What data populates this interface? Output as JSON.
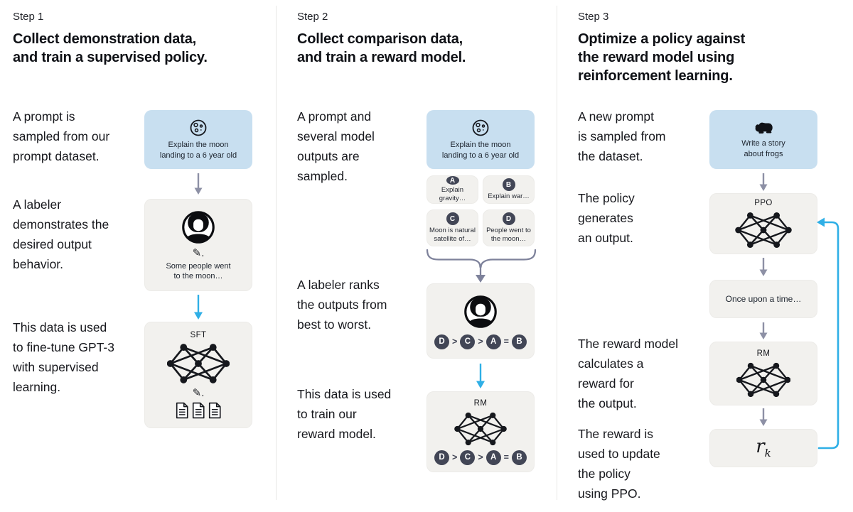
{
  "step1": {
    "label": "Step 1",
    "title": "Collect demonstration data,\nand train a supervised policy.",
    "caption_prompt": "A prompt is\nsampled from our\nprompt dataset.",
    "caption_labeler": "A labeler\ndemonstrates the\ndesired output\nbehavior.",
    "caption_train": "This data is used\nto fine-tune GPT-3\nwith supervised\nlearning.",
    "prompt_box": "Explain the moon\nlanding to a 6 year old",
    "labeler_box": "Some people went\nto the moon…",
    "model_label": "SFT"
  },
  "step2": {
    "label": "Step 2",
    "title": "Collect comparison data,\nand train a reward model.",
    "caption_prompt": "A prompt and\nseveral model\noutputs are\nsampled.",
    "caption_rank": "A labeler ranks\nthe outputs from\nbest to worst.",
    "caption_train": "This data is used\nto train our\nreward model.",
    "prompt_box": "Explain the moon\nlanding to a 6 year old",
    "outputs": [
      {
        "id": "A",
        "text": "Explain gravity…"
      },
      {
        "id": "B",
        "text": "Explain war…"
      },
      {
        "id": "C",
        "text": "Moon is natural\nsatellite of…"
      },
      {
        "id": "D",
        "text": "People went to\nthe moon…"
      }
    ],
    "ranking": [
      "D",
      ">",
      "C",
      ">",
      "A",
      "=",
      "B"
    ],
    "model_label": "RM"
  },
  "step3": {
    "label": "Step 3",
    "title": "Optimize a policy against\nthe reward model using\nreinforcement learning.",
    "caption_prompt": "A new prompt\nis sampled from\nthe dataset.",
    "caption_output": "The policy\ngenerates\nan output.",
    "caption_reward": "The reward model\ncalculates a\nreward for\nthe output.",
    "caption_update": "The reward is\nused to update\nthe policy\nusing PPO.",
    "prompt_box": "Write a story\nabout frogs",
    "policy_label": "PPO",
    "output_box": "Once upon a time…",
    "reward_model_label": "RM",
    "reward_symbol": "r",
    "reward_subscript": "k"
  },
  "icons": {
    "step1_prompt": "moon",
    "step2_prompt": "moon",
    "step3_prompt": "frog",
    "labeler": "person-avatar",
    "writing": "pencil",
    "sft_data": "documents",
    "model": "neural-network"
  },
  "colors": {
    "prompt_box_bg": "#c8dff0",
    "card_bg": "#f2f1ee",
    "chip_bg": "#424656",
    "arrow_gray": "#8d90a5",
    "arrow_blue": "#2fafe6",
    "heading_text": "#0f1116",
    "body_text": "#17181d"
  }
}
